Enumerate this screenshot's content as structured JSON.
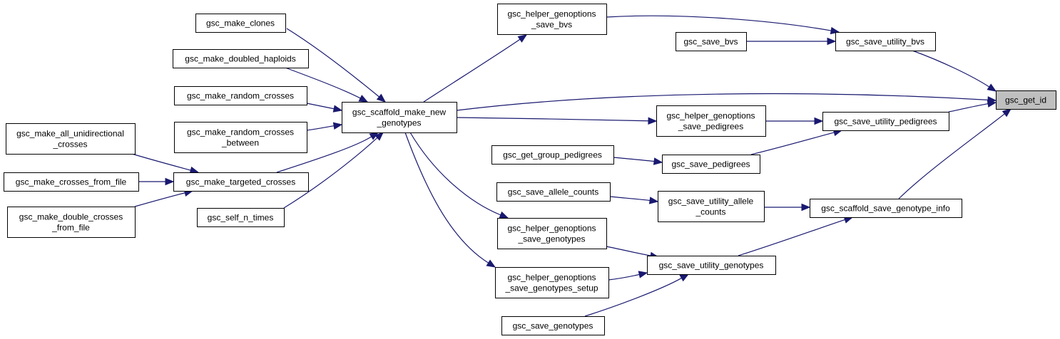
{
  "graph": {
    "nodes": [
      {
        "id": "gsc_get_id",
        "lines": [
          "gsc_get_id"
        ],
        "root": true
      },
      {
        "id": "gsc_save_utility_bvs",
        "lines": [
          "gsc_save_utility_bvs"
        ]
      },
      {
        "id": "gsc_save_utility_pedigrees",
        "lines": [
          "gsc_save_utility_pedigrees"
        ]
      },
      {
        "id": "gsc_scaffold_save_genotype_info",
        "lines": [
          "gsc_scaffold_save_genotype_info"
        ]
      },
      {
        "id": "gsc_helper_genoptions_save_bvs",
        "lines": [
          "gsc_helper_genoptions",
          "_save_bvs"
        ]
      },
      {
        "id": "gsc_save_bvs",
        "lines": [
          "gsc_save_bvs"
        ]
      },
      {
        "id": "gsc_helper_genoptions_save_pedigrees",
        "lines": [
          "gsc_helper_genoptions",
          "_save_pedigrees"
        ]
      },
      {
        "id": "gsc_save_pedigrees",
        "lines": [
          "gsc_save_pedigrees"
        ]
      },
      {
        "id": "gsc_get_group_pedigrees",
        "lines": [
          "gsc_get_group_pedigrees"
        ]
      },
      {
        "id": "gsc_save_utility_allele_counts",
        "lines": [
          "gsc_save_utility_allele",
          "_counts"
        ]
      },
      {
        "id": "gsc_save_allele_counts",
        "lines": [
          "gsc_save_allele_counts"
        ]
      },
      {
        "id": "gsc_save_utility_genotypes",
        "lines": [
          "gsc_save_utility_genotypes"
        ]
      },
      {
        "id": "gsc_helper_genoptions_save_genotypes",
        "lines": [
          "gsc_helper_genoptions",
          "_save_genotypes"
        ]
      },
      {
        "id": "gsc_helper_genoptions_save_genotypes_setup",
        "lines": [
          "gsc_helper_genoptions",
          "_save_genotypes_setup"
        ]
      },
      {
        "id": "gsc_save_genotypes",
        "lines": [
          "gsc_save_genotypes"
        ]
      },
      {
        "id": "gsc_scaffold_make_new_genotypes",
        "lines": [
          "gsc_scaffold_make_new",
          "_genotypes"
        ]
      },
      {
        "id": "gsc_make_clones",
        "lines": [
          "gsc_make_clones"
        ]
      },
      {
        "id": "gsc_make_doubled_haploids",
        "lines": [
          "gsc_make_doubled_haploids"
        ]
      },
      {
        "id": "gsc_make_random_crosses",
        "lines": [
          "gsc_make_random_crosses"
        ]
      },
      {
        "id": "gsc_make_random_crosses_between",
        "lines": [
          "gsc_make_random_crosses",
          "_between"
        ]
      },
      {
        "id": "gsc_make_targeted_crosses",
        "lines": [
          "gsc_make_targeted_crosses"
        ]
      },
      {
        "id": "gsc_self_n_times",
        "lines": [
          "gsc_self_n_times"
        ]
      },
      {
        "id": "gsc_make_all_unidirectional_crosses",
        "lines": [
          "gsc_make_all_unidirectional",
          "_crosses"
        ]
      },
      {
        "id": "gsc_make_crosses_from_file",
        "lines": [
          "gsc_make_crosses_from_file"
        ]
      },
      {
        "id": "gsc_make_double_crosses_from_file",
        "lines": [
          "gsc_make_double_crosses",
          "_from_file"
        ]
      }
    ],
    "edges": [
      {
        "from": "gsc_save_utility_bvs",
        "to": "gsc_get_id"
      },
      {
        "from": "gsc_scaffold_make_new_genotypes",
        "to": "gsc_get_id"
      },
      {
        "from": "gsc_save_utility_pedigrees",
        "to": "gsc_get_id"
      },
      {
        "from": "gsc_scaffold_save_genotype_info",
        "to": "gsc_get_id"
      },
      {
        "from": "gsc_helper_genoptions_save_bvs",
        "to": "gsc_save_utility_bvs"
      },
      {
        "from": "gsc_save_bvs",
        "to": "gsc_save_utility_bvs"
      },
      {
        "from": "gsc_helper_genoptions_save_pedigrees",
        "to": "gsc_save_utility_pedigrees"
      },
      {
        "from": "gsc_save_pedigrees",
        "to": "gsc_save_utility_pedigrees"
      },
      {
        "from": "gsc_get_group_pedigrees",
        "to": "gsc_save_pedigrees"
      },
      {
        "from": "gsc_save_utility_allele_counts",
        "to": "gsc_scaffold_save_genotype_info"
      },
      {
        "from": "gsc_save_utility_genotypes",
        "to": "gsc_scaffold_save_genotype_info"
      },
      {
        "from": "gsc_save_allele_counts",
        "to": "gsc_save_utility_allele_counts"
      },
      {
        "from": "gsc_helper_genoptions_save_genotypes",
        "to": "gsc_save_utility_genotypes"
      },
      {
        "from": "gsc_helper_genoptions_save_genotypes_setup",
        "to": "gsc_save_utility_genotypes"
      },
      {
        "from": "gsc_save_genotypes",
        "to": "gsc_save_utility_genotypes"
      },
      {
        "from": "gsc_scaffold_make_new_genotypes",
        "to": "gsc_helper_genoptions_save_bvs"
      },
      {
        "from": "gsc_scaffold_make_new_genotypes",
        "to": "gsc_helper_genoptions_save_pedigrees"
      },
      {
        "from": "gsc_scaffold_make_new_genotypes",
        "to": "gsc_helper_genoptions_save_genotypes"
      },
      {
        "from": "gsc_scaffold_make_new_genotypes",
        "to": "gsc_helper_genoptions_save_genotypes_setup"
      },
      {
        "from": "gsc_make_clones",
        "to": "gsc_scaffold_make_new_genotypes"
      },
      {
        "from": "gsc_make_doubled_haploids",
        "to": "gsc_scaffold_make_new_genotypes"
      },
      {
        "from": "gsc_make_random_crosses",
        "to": "gsc_scaffold_make_new_genotypes"
      },
      {
        "from": "gsc_make_random_crosses_between",
        "to": "gsc_scaffold_make_new_genotypes"
      },
      {
        "from": "gsc_make_targeted_crosses",
        "to": "gsc_scaffold_make_new_genotypes"
      },
      {
        "from": "gsc_self_n_times",
        "to": "gsc_scaffold_make_new_genotypes"
      },
      {
        "from": "gsc_make_all_unidirectional_crosses",
        "to": "gsc_make_targeted_crosses"
      },
      {
        "from": "gsc_make_crosses_from_file",
        "to": "gsc_make_targeted_crosses"
      },
      {
        "from": "gsc_make_double_crosses_from_file",
        "to": "gsc_make_targeted_crosses"
      }
    ]
  },
  "colors": {
    "edge": "#191970",
    "node_border": "#000000",
    "node_fill": "#ffffff",
    "root_fill": "#bfbfbf"
  }
}
